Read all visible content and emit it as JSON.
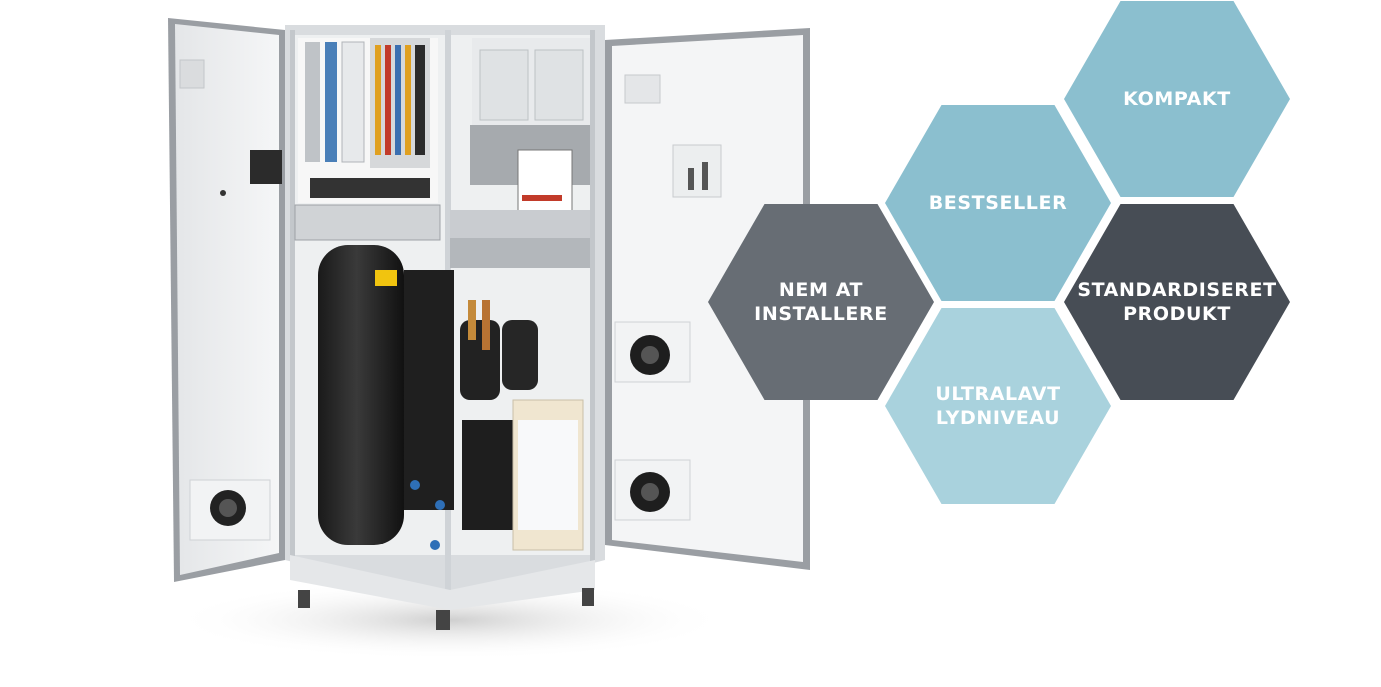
{
  "features": [
    {
      "id": "kompakt",
      "label": "KOMPAKT",
      "color": "#8bbfcf"
    },
    {
      "id": "bestseller",
      "label": "BESTSELLER",
      "color": "#8bbfcf"
    },
    {
      "id": "nem",
      "label": "NEM AT\nINSTALLERE",
      "color": "#676d74"
    },
    {
      "id": "standard",
      "label": "STANDARDISERET\nPRODUKT",
      "color": "#474d55"
    },
    {
      "id": "ultra",
      "label": "ULTRALAVT\nLYDNIVEAU",
      "color": "#a9d2dd"
    }
  ]
}
